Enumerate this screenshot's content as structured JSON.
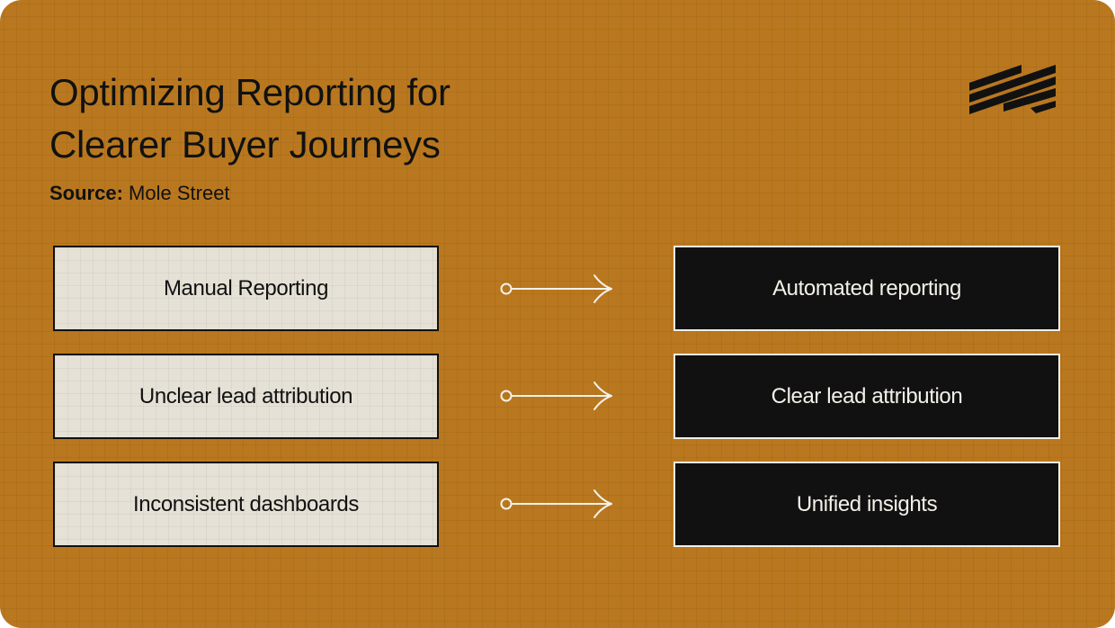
{
  "header": {
    "title_line1": "Optimizing Reporting for",
    "title_line2": "Clearer Buyer Journeys",
    "source_label": "Source:",
    "source_value": "Mole Street"
  },
  "logo": {
    "icon": "striped-bars-logo-icon"
  },
  "rows": [
    {
      "before": "Manual Reporting",
      "after": "Automated reporting"
    },
    {
      "before": "Unclear lead attribution",
      "after": "Clear lead attribution"
    },
    {
      "before": "Inconsistent dashboards",
      "after": "Unified insights"
    }
  ],
  "colors": {
    "background": "#b9781f",
    "before_box": "#e6e1d6",
    "after_box": "#111111",
    "arrow": "#f4f1ea"
  }
}
